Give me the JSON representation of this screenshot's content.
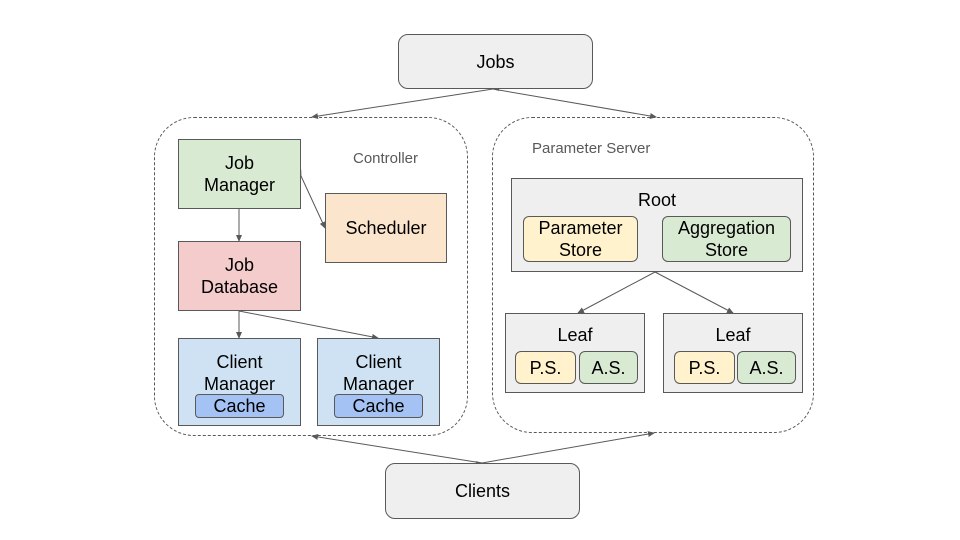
{
  "jobs": "Jobs",
  "clients": "Clients",
  "controller": {
    "label": "Controller",
    "job_manager": "Job\nManager",
    "scheduler": "Scheduler",
    "job_database": "Job\nDatabase",
    "client_managers": [
      {
        "label": "Client\nManager",
        "cache": "Cache"
      },
      {
        "label": "Client\nManager",
        "cache": "Cache"
      }
    ]
  },
  "parameter_server": {
    "label": "Parameter Server",
    "root": {
      "label": "Root",
      "parameter_store": "Parameter\nStore",
      "aggregation_store": "Aggregation\nStore"
    },
    "leaves": [
      {
        "label": "Leaf",
        "ps": "P.S.",
        "as": "A.S."
      },
      {
        "label": "Leaf",
        "ps": "P.S.",
        "as": "A.S."
      }
    ]
  }
}
